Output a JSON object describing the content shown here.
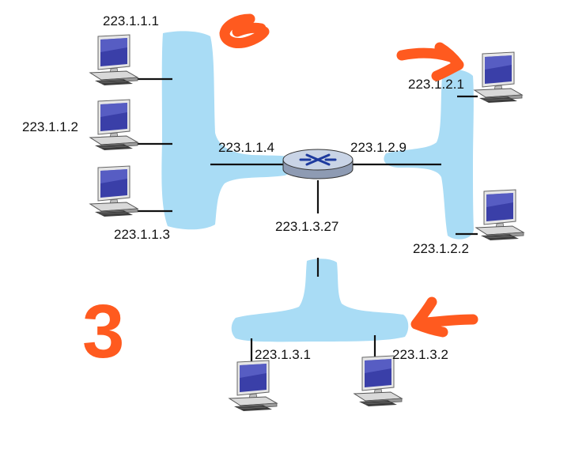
{
  "colors": {
    "subnet_fill": "#a9dcf5",
    "annotation": "#ff5a1f",
    "line": "#111111",
    "router_body": "#c9d4e6",
    "router_arrows": "#1d3a9e"
  },
  "diagram": {
    "subnet_number": "3",
    "router": {
      "icon": "router-icon"
    },
    "hosts": [
      {
        "id": "h-111",
        "ip": "223.1.1.1",
        "icon": "desktop-computer-icon"
      },
      {
        "id": "h-112",
        "ip": "223.1.1.2",
        "icon": "desktop-computer-icon"
      },
      {
        "id": "h-113",
        "ip": "223.1.1.3",
        "icon": "desktop-computer-icon"
      },
      {
        "id": "h-121",
        "ip": "223.1.2.1",
        "icon": "desktop-computer-icon"
      },
      {
        "id": "h-122",
        "ip": "223.1.2.2",
        "icon": "desktop-computer-icon"
      },
      {
        "id": "h-131",
        "ip": "223.1.3.1",
        "icon": "desktop-computer-icon"
      },
      {
        "id": "h-132",
        "ip": "223.1.3.2",
        "icon": "desktop-computer-icon"
      }
    ],
    "router_interfaces": [
      {
        "ip": "223.1.1.4"
      },
      {
        "ip": "223.1.2.9"
      },
      {
        "ip": "223.1.3.27"
      }
    ],
    "annotations": [
      {
        "icon": "orange-arrow-icon"
      },
      {
        "icon": "orange-arrow-icon"
      },
      {
        "icon": "orange-arrow-icon"
      }
    ]
  }
}
